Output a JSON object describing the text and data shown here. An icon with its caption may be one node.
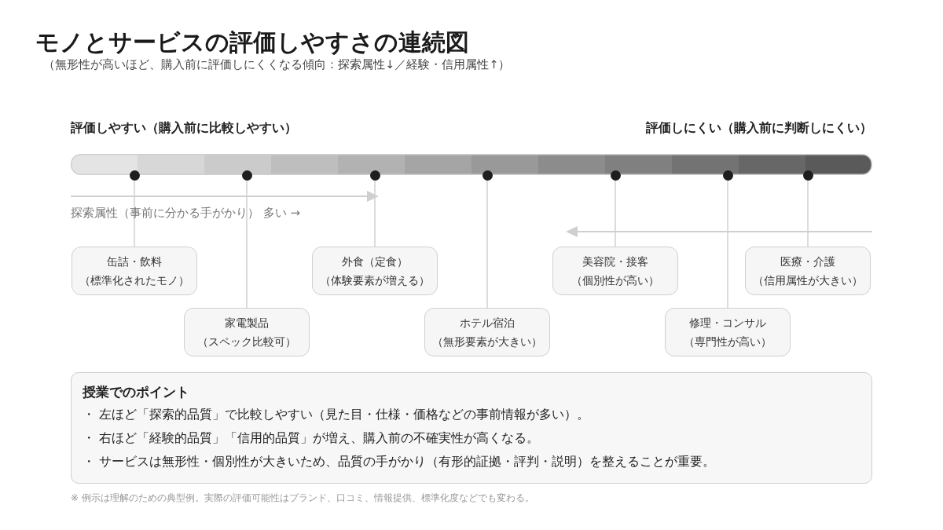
{
  "diagram": {
    "title": "モノとサービスの評価しやすさの連続図",
    "nodes": [
      {
        "text": [],
        "shape": "circle"
      },
      {
        "text": [],
        "shape": "circle"
      },
      {
        "text": [],
        "shape": "circle"
      },
      {
        "text": [],
        "shape": "circle"
      },
      {
        "text": [],
        "shape": "circle"
      },
      {
        "text": [],
        "shape": "circle"
      },
      {
        "text": [],
        "shape": "circle"
      },
      {
        "text": [
          "缶詰・飲料",
          "（標準化されたモノ）"
        ]
      },
      {
        "text": [
          "家電製品",
          "（スペック比較可）"
        ]
      },
      {
        "text": [
          "外食（定食）",
          "（体験要素が増える）"
        ]
      },
      {
        "text": [
          "ホテル宿泊",
          "（無形要素が大きい）"
        ]
      },
      {
        "text": [
          "美容院・接客",
          "（個別性が高い）"
        ]
      },
      {
        "text": [
          "修理・コンサル",
          "（専門性が高い）"
        ]
      },
      {
        "text": [
          "医療・介護",
          "（信用属性が大きい）"
        ]
      },
      {
        "text": [
          "授業でのポイント",
          "・ 左ほど「探索的品質」で比較しやすい（見た目・仕様・価格などの事前情報が多い）。",
          "・ 右ほど「経験的品質」「信用的品質」が増え、購入前の不確実性が高くなる。",
          "・ サービスは無形性・個別性が大きいため、品質の手がかり（有形的証拠・評判・説明）を整えることが重要。"
        ]
      }
    ],
    "edges": [
      {
        "from": 7,
        "to": 0,
        "arrow": "none"
      },
      {
        "from": 8,
        "to": 1,
        "arrow": "none"
      },
      {
        "from": 9,
        "to": 2,
        "arrow": "none"
      },
      {
        "from": 10,
        "to": 3,
        "arrow": "none"
      },
      {
        "from": 11,
        "to": 4,
        "arrow": "none"
      },
      {
        "from": 12,
        "to": 5,
        "arrow": "none"
      },
      {
        "from": 13,
        "to": 6,
        "arrow": "none"
      }
    ],
    "labels": [
      "（無形性が高いほど、購入前に評価しにくくなる傾向：探索属性↓／経験・信用属性↑）",
      "評価しやすい（購入前に比較しやすい）",
      "評価しにくい（購入前に判断しにくい）",
      "探索属性（事前に分かる手がかり） 多い →",
      "※ 例示は理解のための典型例。実際の評価可能性はブランド、口コミ、情報提供、標準化度などでも変わる。"
    ]
  }
}
